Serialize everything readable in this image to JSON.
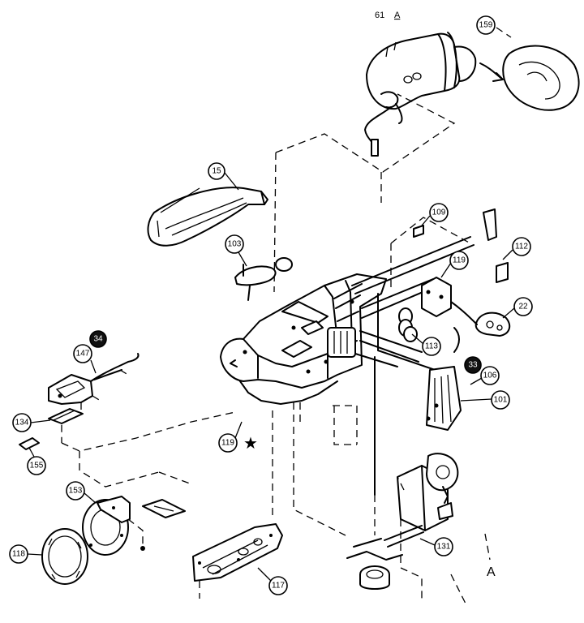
{
  "header": {
    "left_text": "61 A",
    "right_text": ""
  },
  "view_marker": "A",
  "star_marker": "★",
  "callouts": {
    "c159": "159",
    "c15": "15",
    "c109": "109",
    "c112": "112",
    "c103": "103",
    "c119a": "119",
    "c22": "22",
    "c34": "34",
    "c147": "147",
    "c113": "113",
    "c33": "33",
    "c106": "106",
    "c101": "101",
    "c134": "134",
    "c119b": "119",
    "c155": "155",
    "c153": "153",
    "c118": "118",
    "c117": "117",
    "c131": "131"
  }
}
